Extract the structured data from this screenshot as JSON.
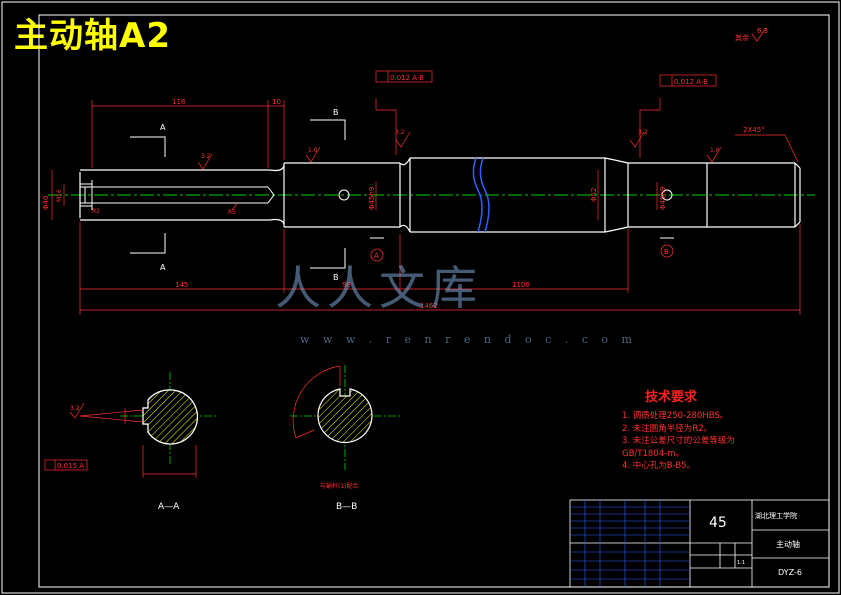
{
  "title": "主动轴A2",
  "roughness_note": "其余",
  "roughness_other": "6.3",
  "tolerances": {
    "runout_left": "0.012 A-B",
    "runout_right": "0.012 A-B",
    "symmetry": "0.015 A"
  },
  "dimensions": {
    "d118": "118",
    "d10": "10",
    "d145": "145",
    "d90": "90",
    "d1100": "1100",
    "d1462": "1462",
    "chamfer": "2X45°",
    "dia_left": "Φ40",
    "dia_mid1": "Φ45h9",
    "dia_mid2": "Φ52",
    "dia_right": "Φ45h9",
    "m16": "M16",
    "r_left": "R5",
    "r_mid": "R2"
  },
  "roughness": {
    "r1": "3.2",
    "r2": "1.6",
    "r3": "3.2",
    "r4": "3.2",
    "r5": "1.6",
    "r6": "3.2"
  },
  "section_labels": {
    "a_top": "A",
    "a_bottom": "A",
    "b_top": "B",
    "b_bottom": "B",
    "datum_a": "A",
    "datum_b": "B",
    "section_aa": "A—A",
    "section_bb": "B—B",
    "bb_note": "与蜗杆(1)配合"
  },
  "tech_requirements": {
    "title": "技术要求",
    "items": [
      "1. 调质处理250-280HBS。",
      "2. 未注圆角半径为R2。",
      "3. 未注公差尺寸的公差等级为",
      "   GB/T1804-m。",
      "4. 中心孔为B-B5。"
    ]
  },
  "title_block": {
    "material": "45",
    "school": "湖北理工学院",
    "part_name": "主动轴",
    "drawing_no": "DYZ-6",
    "scale": "1:1"
  },
  "watermark": {
    "text": "人人文库",
    "url": "w w w . r e n r e n d o c . c o m"
  }
}
